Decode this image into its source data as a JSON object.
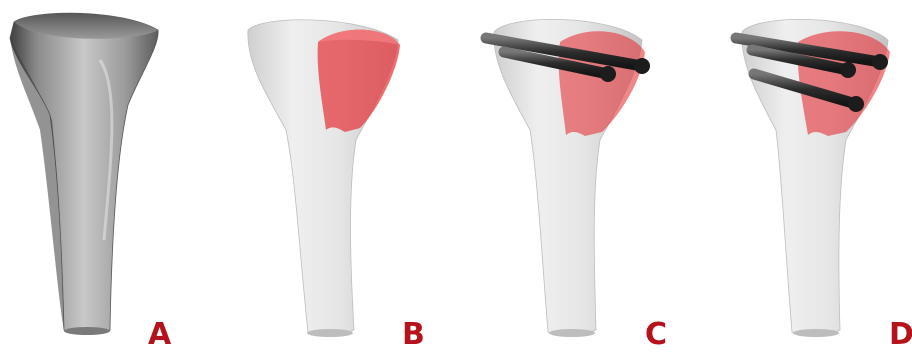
{
  "panels": [
    {
      "label": "A"
    },
    {
      "label": "B"
    },
    {
      "label": "C"
    },
    {
      "label": "D"
    }
  ],
  "colors": {
    "label": "#b5121b",
    "bone_dark": "#6f6f6f",
    "bone_light": "#e4e4e4",
    "highlight": "#ea4a50",
    "pin": "#2b2b2b"
  }
}
